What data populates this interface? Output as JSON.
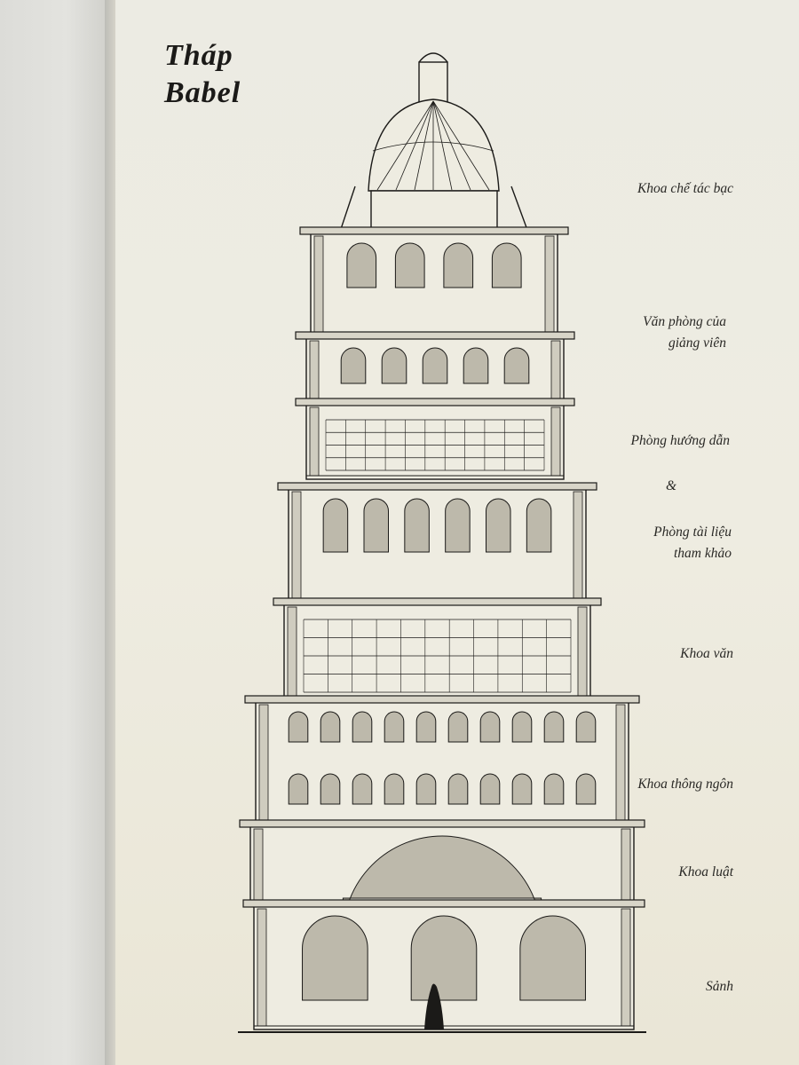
{
  "title": {
    "line1": "Tháp",
    "line2": "Babel"
  },
  "labels": {
    "silver": "Khoa chế tác bạc",
    "faculty1": "Văn phòng của",
    "faculty2": "giảng viên",
    "tutorial": "Phòng hướng dẫn",
    "amp": "&",
    "reference1": "Phòng tài liệu",
    "reference2": "tham khảo",
    "literature": "Khoa văn",
    "interpreting": "Khoa thông ngôn",
    "law": "Khoa luật",
    "lobby": "Sảnh"
  },
  "colors": {
    "ink": "#1b1a18",
    "paper": "#eeece1"
  }
}
